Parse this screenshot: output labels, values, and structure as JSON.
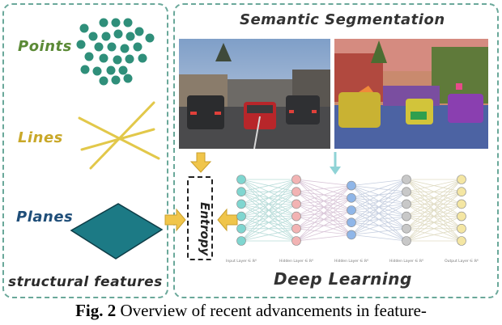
{
  "left_panel": {
    "points_label": "Points",
    "lines_label": "Lines",
    "planes_label": "Planes",
    "structural_label": "structural features"
  },
  "right_panel": {
    "top_label": "Semantic Segmentation",
    "entropy_label": "Entropy",
    "bottom_label": "Deep Learning",
    "network_layers": [
      {
        "label": "Input Layer ∈ ℝ⁶",
        "nodes": 6,
        "color": "#7fd6d0"
      },
      {
        "label": "Hidden Layer ∈ ℝ⁶",
        "nodes": 6,
        "color": "#f2b3b3"
      },
      {
        "label": "Hidden Layer ∈ ℝ⁶",
        "nodes": 5,
        "color": "#8fb6e8"
      },
      {
        "label": "Hidden Layer ∈ ℝ⁶",
        "nodes": 6,
        "color": "#c8c8c8"
      },
      {
        "label": "Output Layer ∈ ℝ⁶",
        "nodes": 6,
        "color": "#f4e6a3"
      }
    ]
  },
  "caption": {
    "fig_label": "Fig. 2",
    "text": "Overview of recent advancements in feature-"
  },
  "colors": {
    "teal_dots": "#2f8f7a",
    "lines_yellow": "#e2c84a",
    "plane_fill": "#1c7a85",
    "arrow_yellow": "#f0c54a",
    "dashed_border": "#6aa89a"
  }
}
